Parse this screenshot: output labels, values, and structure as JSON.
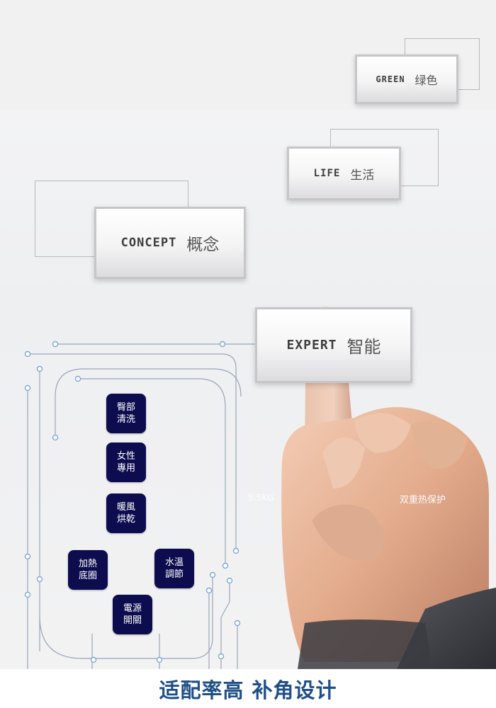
{
  "cards": {
    "green": {
      "en": "GREEN",
      "zh": "绿色"
    },
    "life": {
      "en": "LIFE",
      "zh": "生活"
    },
    "concept": {
      "en": "CONCEPT",
      "zh": "概念"
    },
    "expert": {
      "en": "EXPERT",
      "zh": "智能"
    }
  },
  "panel": {
    "buttons": [
      {
        "line1": "臀部",
        "line2": "清洗"
      },
      {
        "line1": "女性",
        "line2": "專用"
      },
      {
        "line1": "暖風",
        "line2": "烘乾"
      },
      {
        "line1": "加熱",
        "line2": "底圈"
      },
      {
        "line1": "水溫",
        "line2": "調節"
      },
      {
        "line1": "電源",
        "line2": "開關"
      }
    ]
  },
  "specs": {
    "weight": "5.5KG",
    "protection": "双重热保护"
  },
  "footer": {
    "slogan": "适配率高 补角设计"
  },
  "colors": {
    "button_bg": "#0c0c4f",
    "slogan": "#1f4f86",
    "circuit": "#9aa6b8",
    "node": "#7fa8d8"
  }
}
